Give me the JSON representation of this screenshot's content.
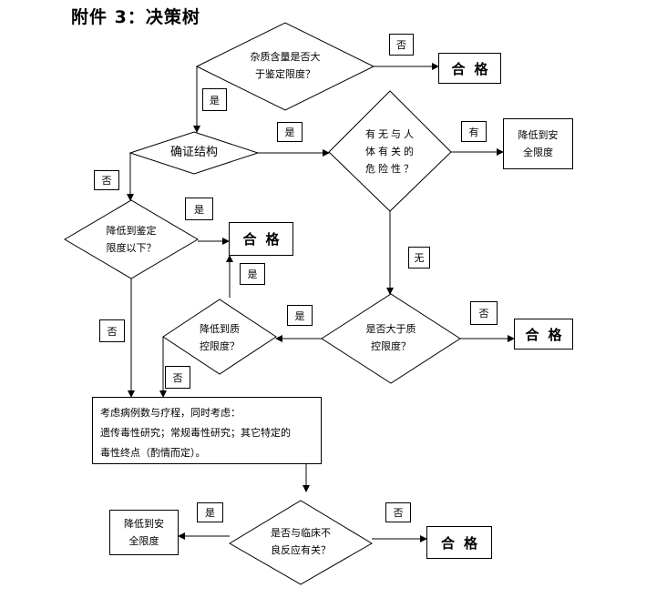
{
  "title": "附件 3：决策树",
  "nodes": {
    "d1": {
      "lines": [
        "杂质含量是否大",
        "于鉴定限度？"
      ]
    },
    "d2": {
      "lines": [
        "确证结构"
      ]
    },
    "d3": {
      "lines": [
        "有无与人",
        "体有关的",
        "危险性？"
      ]
    },
    "d4": {
      "lines": [
        "降低到鉴定",
        "限度以下？"
      ]
    },
    "d5": {
      "lines": [
        "降低到质",
        "控限度？"
      ]
    },
    "d6": {
      "lines": [
        "是否大于质",
        "控限度？"
      ]
    },
    "d7": {
      "lines": [
        "是否与临床不",
        "良反应有关？"
      ]
    },
    "consider": {
      "lines": [
        "考虑病例数与疗程，同时考虑：",
        "遗传毒性研究；常规毒性研究；其它特定的",
        "毒性终点（酌情而定）。"
      ]
    },
    "pass1": "合格",
    "pass2": "合格",
    "pass3": "合格",
    "pass4": "合格",
    "safe1": {
      "lines": [
        "降低到安",
        "全限度"
      ]
    },
    "safe2": {
      "lines": [
        "降低到安",
        "全限度"
      ]
    }
  },
  "labels": {
    "no_d1": "否",
    "yes_d1": "是",
    "yes_d2": "是",
    "has_d3": "有",
    "no_d2": "否",
    "yes_d4": "是",
    "none_d3": "无",
    "yes_d5": "是",
    "no_d6": "否",
    "yes_d6": "是",
    "no_d4": "否",
    "no_d5": "否",
    "yes_d7": "是",
    "no_d7": "否"
  }
}
